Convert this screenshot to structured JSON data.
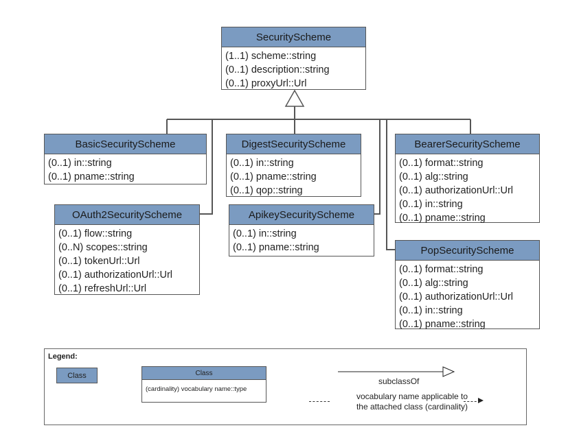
{
  "classes": {
    "security_scheme": {
      "name": "SecurityScheme",
      "attrs": [
        "(1..1) scheme::string",
        "(0..1) description::string",
        "(0..1) proxyUrl::Url"
      ]
    },
    "basic": {
      "name": "BasicSecurityScheme",
      "attrs": [
        "(0..1) in::string",
        "(0..1) pname::string"
      ]
    },
    "digest": {
      "name": "DigestSecurityScheme",
      "attrs": [
        "(0..1) in::string",
        "(0..1) pname::string",
        "(0..1) qop::string"
      ]
    },
    "bearer": {
      "name": "BearerSecurityScheme",
      "attrs": [
        "(0..1) format::string",
        "(0..1) alg::string",
        "(0..1) authorizationUrl::Url",
        "(0..1) in::string",
        "(0..1) pname::string"
      ]
    },
    "oauth2": {
      "name": "OAuth2SecurityScheme",
      "attrs": [
        "(0..1) flow::string",
        "(0..N) scopes::string",
        "(0..1) tokenUrl::Url",
        "(0..1) authorizationUrl::Url",
        "(0..1) refreshUrl::Url"
      ]
    },
    "apikey": {
      "name": "ApikeySecurityScheme",
      "attrs": [
        "(0..1) in::string",
        "(0..1) pname::string"
      ]
    },
    "pop": {
      "name": "PopSecurityScheme",
      "attrs": [
        "(0..1) format::string",
        "(0..1) alg::string",
        "(0..1) authorizationUrl::Url",
        "(0..1) in::string",
        "(0..1) pname::string"
      ]
    }
  },
  "legend": {
    "title": "Legend:",
    "simple_class": "Class",
    "full_class_name": "Class",
    "full_class_attr": "(cardinality) vocabulary name::type",
    "subclass_label": "subclassOf",
    "vocab_line1": "vocabulary name applicable to",
    "vocab_line2": "the attached class (cardinality)"
  },
  "colors": {
    "class_header": "#7b9bc1",
    "border": "#555555",
    "line": "#555555"
  }
}
